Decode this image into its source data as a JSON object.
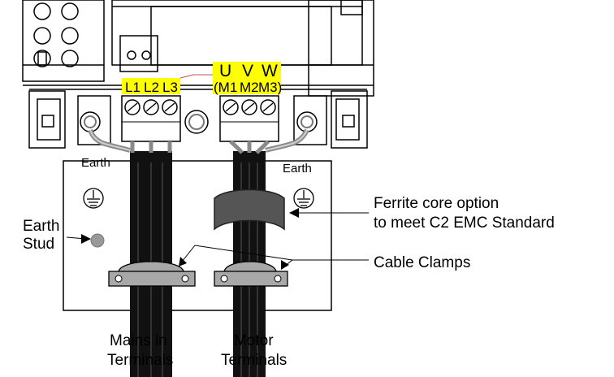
{
  "terminals": {
    "mains": [
      "L1",
      "L2",
      "L3"
    ],
    "motor_top": [
      "U",
      "V",
      "W"
    ],
    "motor_bottom": [
      "(M1",
      "M2",
      "M3)"
    ]
  },
  "labels": {
    "earth_left": "Earth",
    "earth_right": "Earth",
    "earth_stud_line1": "Earth",
    "earth_stud_line2": "Stud",
    "ferrite_line1": "Ferrite core option",
    "ferrite_line2": "to meet C2 EMC Standard",
    "cable_clamps": "Cable Clamps",
    "mains_line1": "Mains in",
    "mains_line2": "Terminals",
    "motor_line1": "Motor",
    "motor_line2": "Terminals"
  },
  "colors": {
    "highlight": "#ffff00",
    "cable": "#111111",
    "ferrite": "#555555",
    "stud": "#999999",
    "clamp": "#a8a8a8",
    "wire": "#8a8a8a"
  }
}
